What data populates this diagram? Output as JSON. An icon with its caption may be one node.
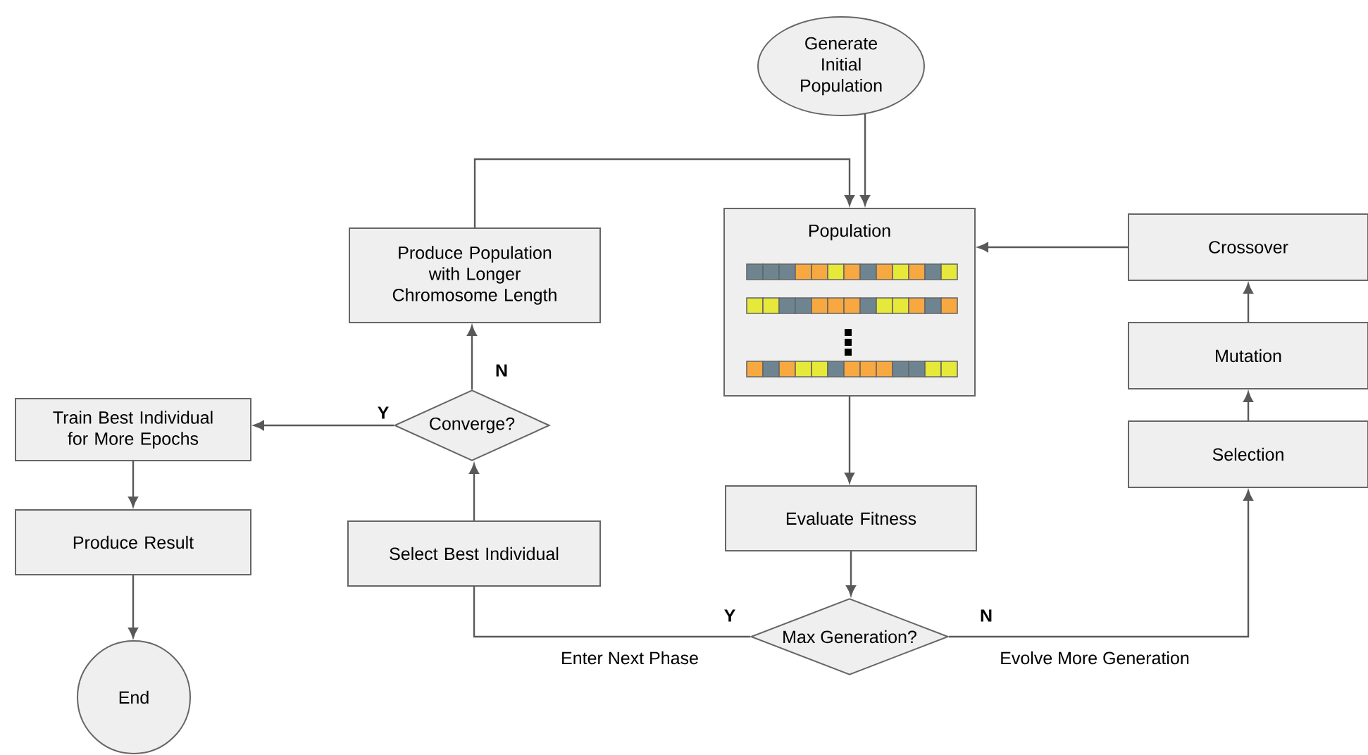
{
  "diagram": {
    "nodes": [
      {
        "text": [
          "Generate Initial Population"
        ]
      },
      {
        "text": [
          "Population"
        ]
      },
      {
        "text": [
          "Evaluate Fitness"
        ]
      },
      {
        "text": [
          "Max Generation?"
        ]
      },
      {
        "text": [
          "Selection"
        ]
      },
      {
        "text": [
          "Mutation"
        ]
      },
      {
        "text": [
          "Crossover"
        ]
      },
      {
        "text": [
          "Select Best Individual"
        ]
      },
      {
        "text": [
          "Converge?"
        ]
      },
      {
        "text": [
          "Produce Population with Longer Chromosome Length"
        ]
      },
      {
        "text": [
          "Train Best Individual for More Epochs"
        ]
      },
      {
        "text": [
          "Produce Result"
        ]
      },
      {
        "text": [
          "End"
        ]
      }
    ],
    "edges": [
      {
        "from": 0,
        "to": 1,
        "arrow": "to"
      },
      {
        "from": 1,
        "to": 2,
        "arrow": "to"
      },
      {
        "from": 2,
        "to": 3,
        "arrow": "to"
      },
      {
        "from": 3,
        "to": 4,
        "arrow": "to",
        "label": "N"
      },
      {
        "from": 4,
        "to": 5,
        "arrow": "to"
      },
      {
        "from": 5,
        "to": 6,
        "arrow": "to"
      },
      {
        "from": 6,
        "to": 1,
        "arrow": "to"
      },
      {
        "from": 3,
        "to": 7,
        "arrow": "none",
        "label": "Y"
      },
      {
        "from": 7,
        "to": 8,
        "arrow": "to"
      },
      {
        "from": 8,
        "to": 9,
        "arrow": "to",
        "label": "N"
      },
      {
        "from": 9,
        "to": 1,
        "arrow": "to"
      },
      {
        "from": 8,
        "to": 10,
        "arrow": "to",
        "label": "Y"
      },
      {
        "from": 10,
        "to": 11,
        "arrow": "to"
      },
      {
        "from": 11,
        "to": 12,
        "arrow": "to"
      }
    ],
    "labels": [
      "Enter Next Phase",
      "Evolve More Generation"
    ]
  }
}
